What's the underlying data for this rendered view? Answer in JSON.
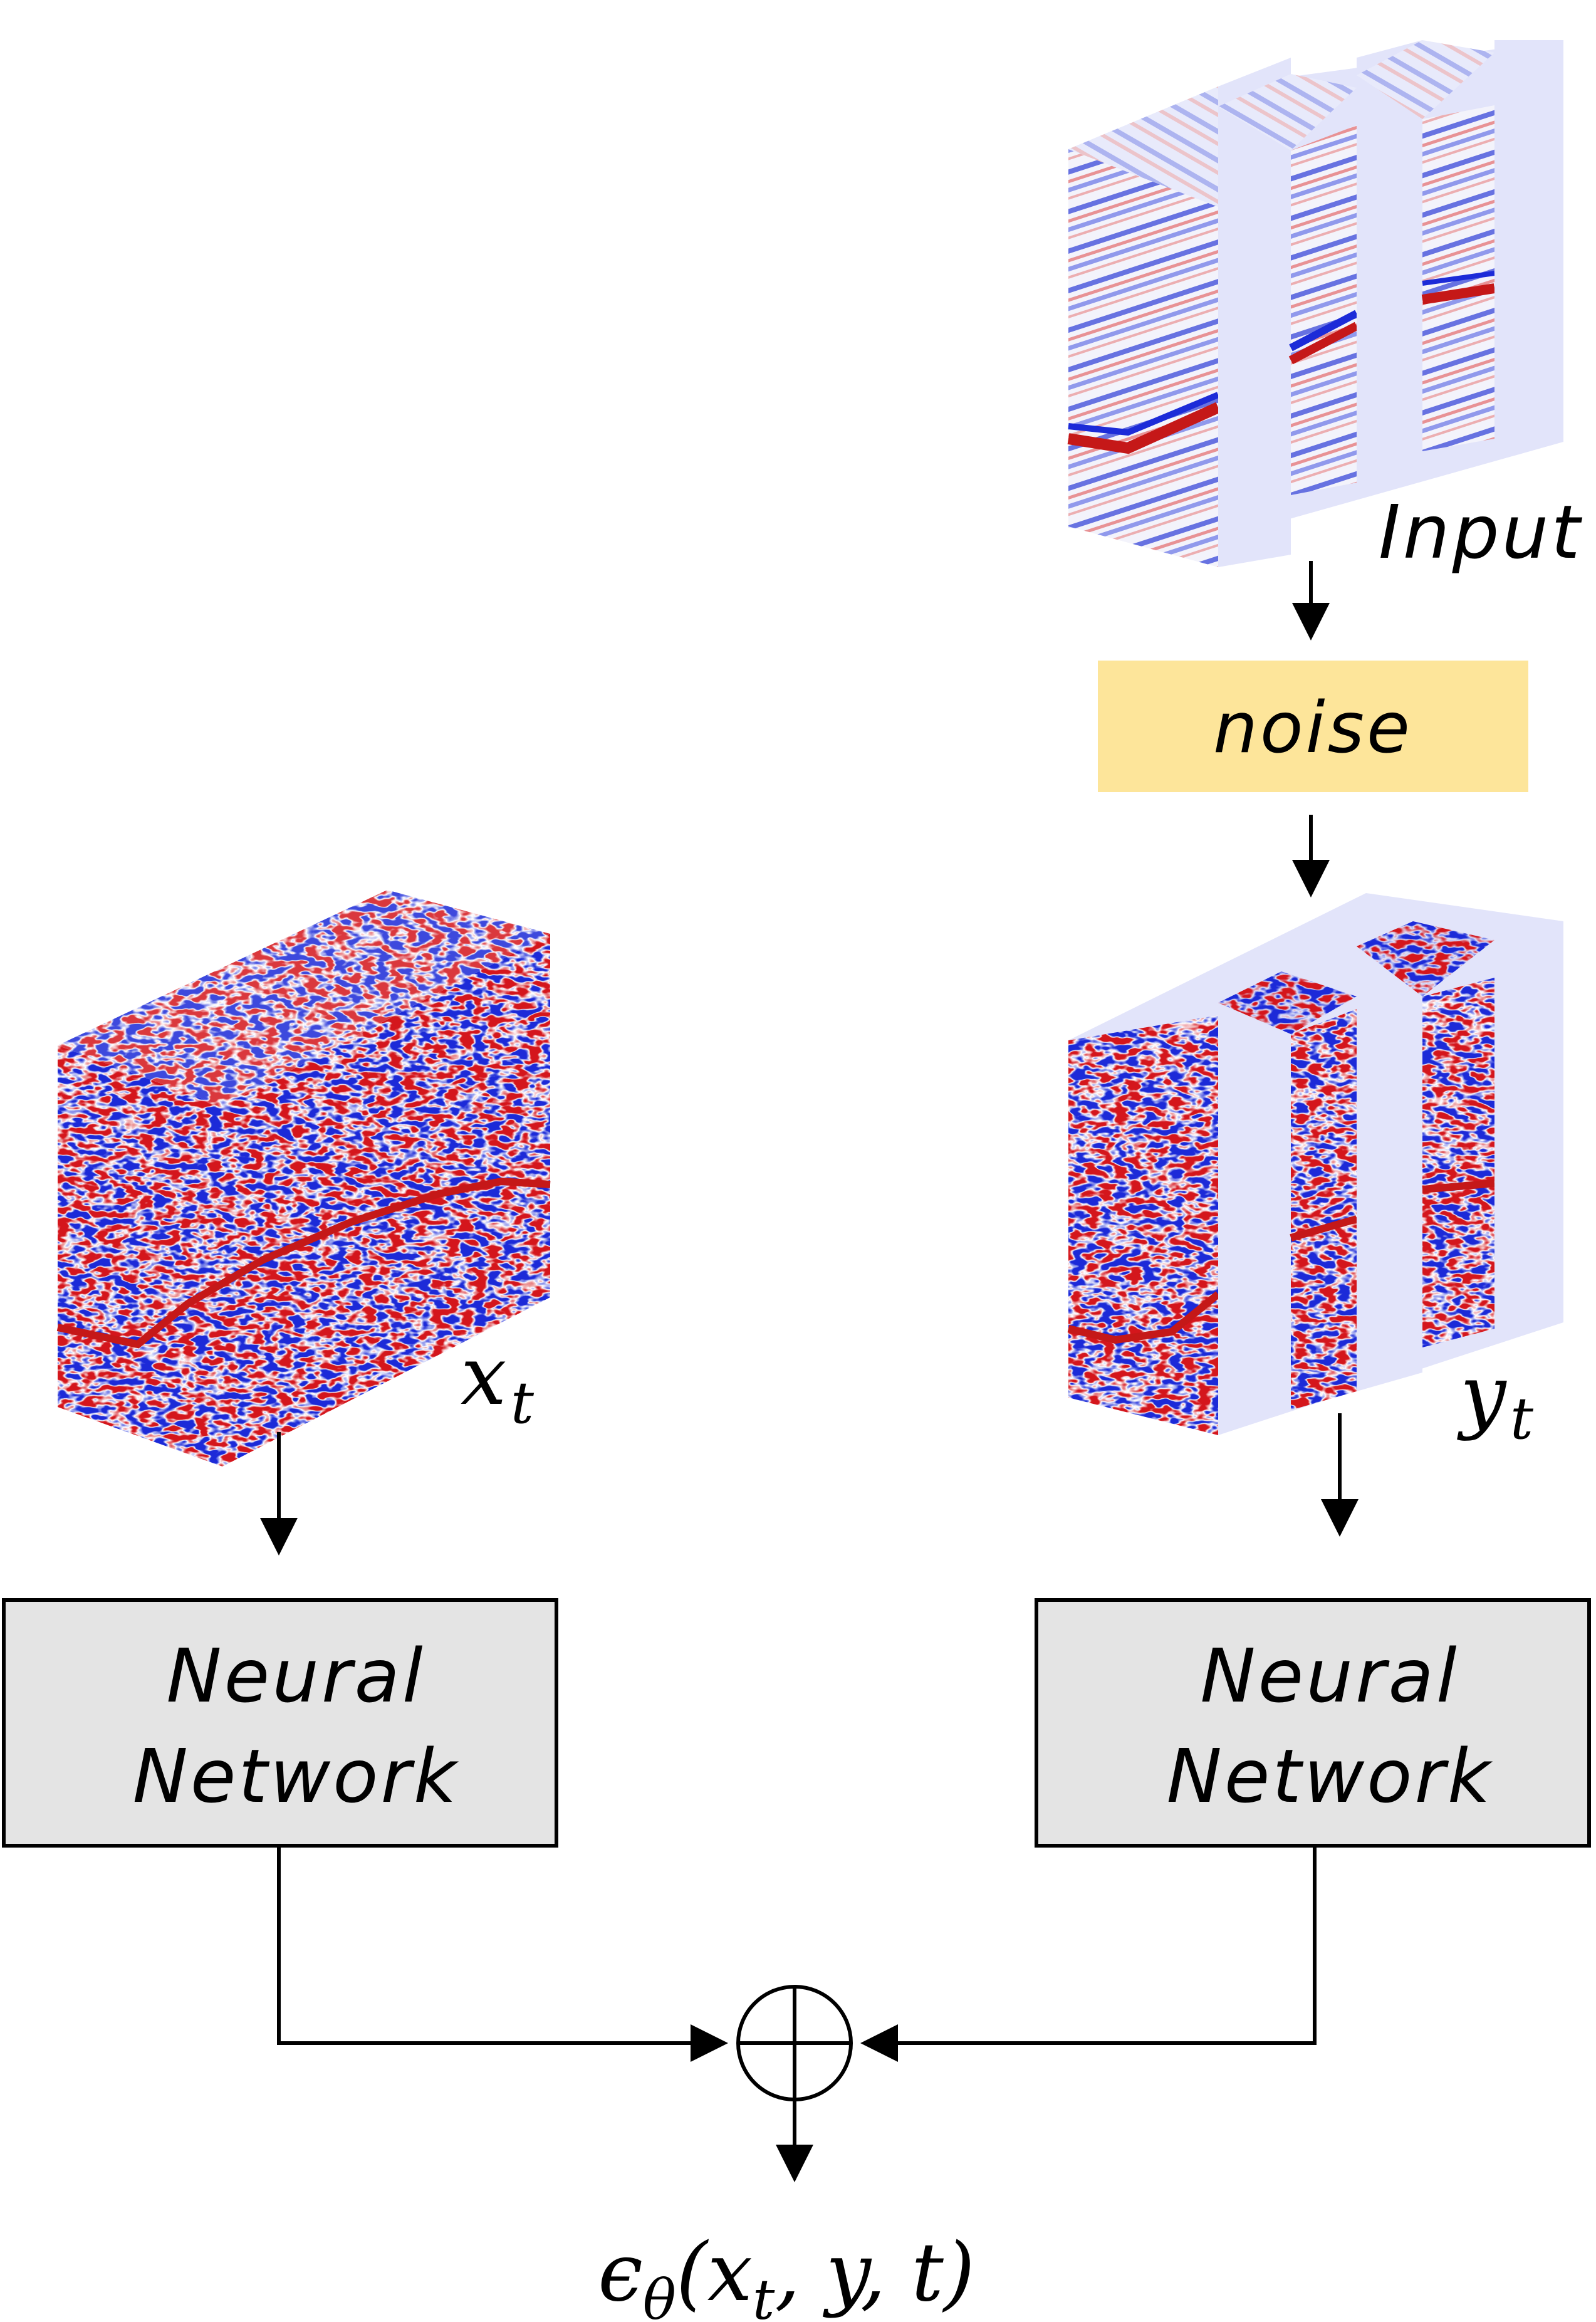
{
  "input_label": "Input",
  "noise_label": "noise",
  "xt_symbol": "x",
  "xt_subscript": "t",
  "yt_symbol": "y",
  "yt_subscript": "t",
  "nn_left": {
    "line1": "Neural",
    "line2": "Network"
  },
  "nn_right": {
    "line1": "Neural",
    "line2": "Network"
  },
  "output": {
    "epsilon": "ϵ",
    "theta": "θ",
    "open": "(",
    "x": "x",
    "x_sub": "t",
    "rest": ", y, t)"
  },
  "colors": {
    "noise_fill": "#FDE59A",
    "nn_fill": "#E4E4E4",
    "mask_fill": "#E2E4FA",
    "seismic_red": "#D4141C",
    "seismic_blue": "#1C2BD8"
  },
  "icons": {
    "sum_node": "circled-plus-icon"
  }
}
